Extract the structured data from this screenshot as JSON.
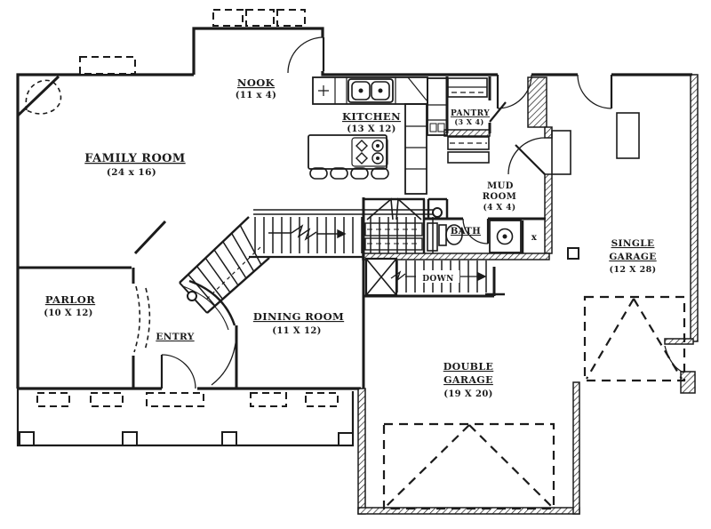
{
  "plan": {
    "colors": {
      "background": "#ffffff",
      "ink": "#1b1b1b"
    },
    "rooms": {
      "family": {
        "name": "FAMILY ROOM",
        "size": "(24 x 16)"
      },
      "nook": {
        "name": "NOOK",
        "size": "(11 x 4)"
      },
      "kitchen": {
        "name": "KITCHEN",
        "size": "(13 X 12)"
      },
      "pantry": {
        "name": "PANTRY",
        "size": "(3 X 4)"
      },
      "mud_room": {
        "name_line1": "MUD",
        "name_line2": "ROOM",
        "size": "(4 X 4)"
      },
      "bath": {
        "name": "BATH"
      },
      "parlor": {
        "name": "PARLOR",
        "size": "(10 X 12)"
      },
      "entry": {
        "name": "ENTRY"
      },
      "dining": {
        "name": "DINING ROOM",
        "size": "(11 X 12)"
      },
      "single_garage": {
        "name_line1": "SINGLE",
        "name_line2": "GARAGE",
        "size": "(12 X 28)"
      },
      "double_garage": {
        "name_line1": "DOUBLE",
        "name_line2": "GARAGE",
        "size": "(19 X 20)"
      }
    },
    "annotations": {
      "stair_down": "DOWN",
      "storage_mark": "x"
    }
  }
}
